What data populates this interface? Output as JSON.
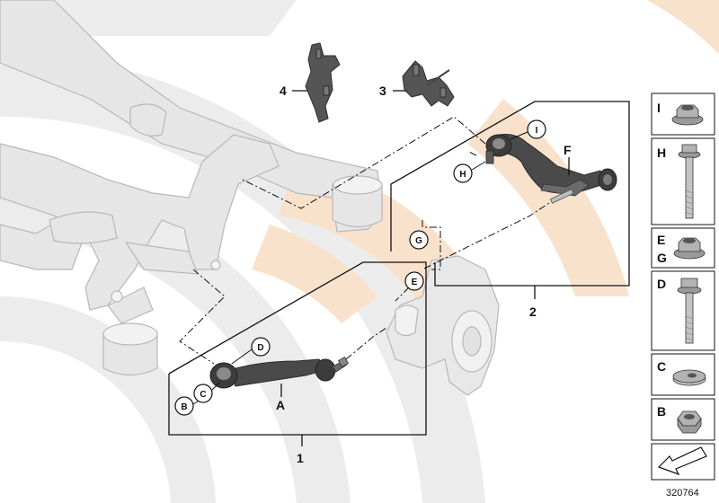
{
  "diagram": {
    "image_number": "320764",
    "kits": [
      {
        "number": "1"
      },
      {
        "number": "2"
      },
      {
        "number": "3"
      },
      {
        "number": "4"
      }
    ],
    "parts": {
      "A": "A",
      "F": "F"
    },
    "callouts": {
      "B": "B",
      "C": "C",
      "D": "D",
      "E": "E",
      "G": "G",
      "H": "H",
      "I": "I"
    },
    "legend": [
      {
        "letter": "I",
        "icon": "flange-nut-icon"
      },
      {
        "letter": "H",
        "icon": "flange-bolt-long-icon"
      },
      {
        "letter": "E",
        "icon": "flange-nut-icon"
      },
      {
        "letter": "G",
        "icon": "flange-nut-icon"
      },
      {
        "letter": "D",
        "icon": "flange-bolt-icon"
      },
      {
        "letter": "C",
        "icon": "eccentric-washer-icon"
      },
      {
        "letter": "B",
        "icon": "hex-nut-icon"
      }
    ],
    "colors": {
      "background_arcs_gray": "#ececec",
      "background_arcs_orange": "#f8e2cc",
      "subframe": "#e6e6e6",
      "subframe_outline": "#b8b8b8",
      "part_dark": "#4a4a4a",
      "frame_line": "#111111"
    }
  }
}
